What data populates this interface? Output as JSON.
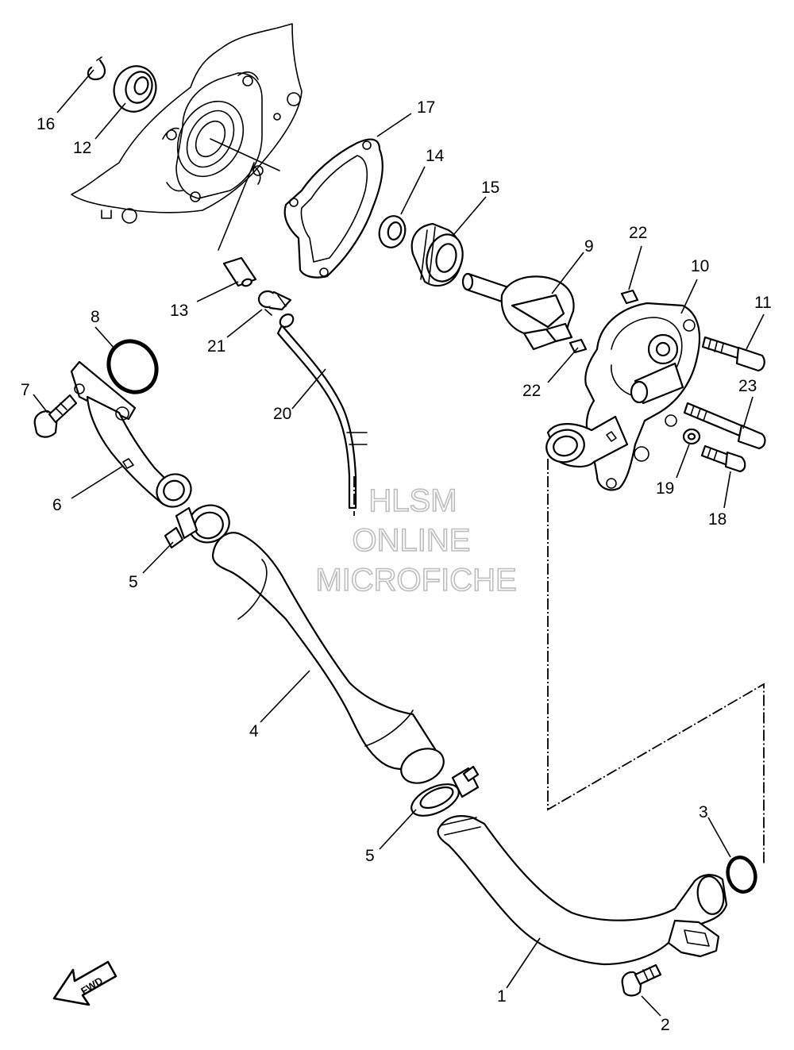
{
  "watermark": {
    "line1": "HLSM",
    "line2": "ONLINE",
    "line3": "MICROFICHE"
  },
  "fwd_label": "FWD",
  "callouts": {
    "c1": "1",
    "c2": "2",
    "c3": "3",
    "c4": "4",
    "c5a": "5",
    "c5b": "5",
    "c6": "6",
    "c7": "7",
    "c8": "8",
    "c9": "9",
    "c10": "10",
    "c11": "11",
    "c12": "12",
    "c13": "13",
    "c14": "14",
    "c15": "15",
    "c16": "16",
    "c17": "17",
    "c18": "18",
    "c19": "19",
    "c20": "20",
    "c21": "21",
    "c22a": "22",
    "c22b": "22",
    "c23": "23"
  }
}
